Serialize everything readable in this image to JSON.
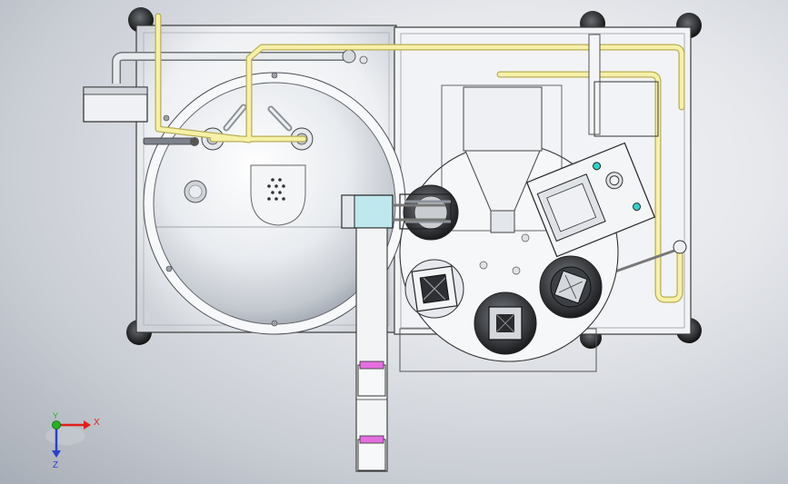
{
  "view": {
    "type": "cad-top-view",
    "background": "gradient-gray"
  },
  "triad": {
    "x_label": "X",
    "y_label": "Y",
    "z_label": "Z",
    "x_color": "#e0201a",
    "y_color": "#1fb51f",
    "z_color": "#2a3fd0"
  },
  "colors": {
    "frame": "#3a3a3a",
    "plate": "#eef0f4",
    "vessel": "#e9ecf0",
    "pipe": "#f3eda2",
    "pipe_edge": "#b8ae55",
    "accent_cyan": "#2fd3c9",
    "accent_magenta": "#e46fe0",
    "dark": "#2a2a2a"
  }
}
